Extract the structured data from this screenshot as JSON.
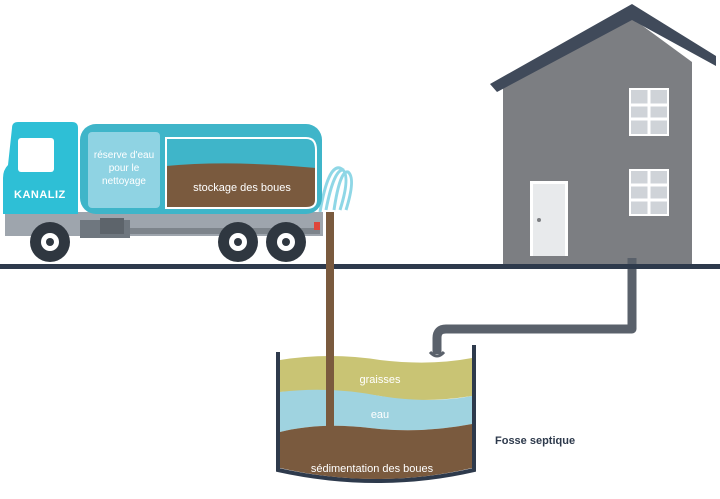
{
  "truck": {
    "brand": "KANALIZ",
    "water_tank_label": [
      "réserve d'eau",
      "pour le",
      "nettoyage"
    ],
    "sludge_tank_label": "stockage des boues",
    "body_color": "#2ebfd6",
    "tank_color": "#3fb5c9"
  },
  "tank": {
    "title": "Fosse septique",
    "layers": {
      "grease": "graisses",
      "water": "eau",
      "sludge": "sédimentation des boues"
    }
  },
  "colors": {
    "ground": "#2e3a4c",
    "house": "#7c7e82",
    "roof": "#404a5a",
    "pipe": "#5a616b",
    "grease": "#c9c474",
    "water": "#9fd3e0",
    "sludge": "#7a5a3e"
  }
}
